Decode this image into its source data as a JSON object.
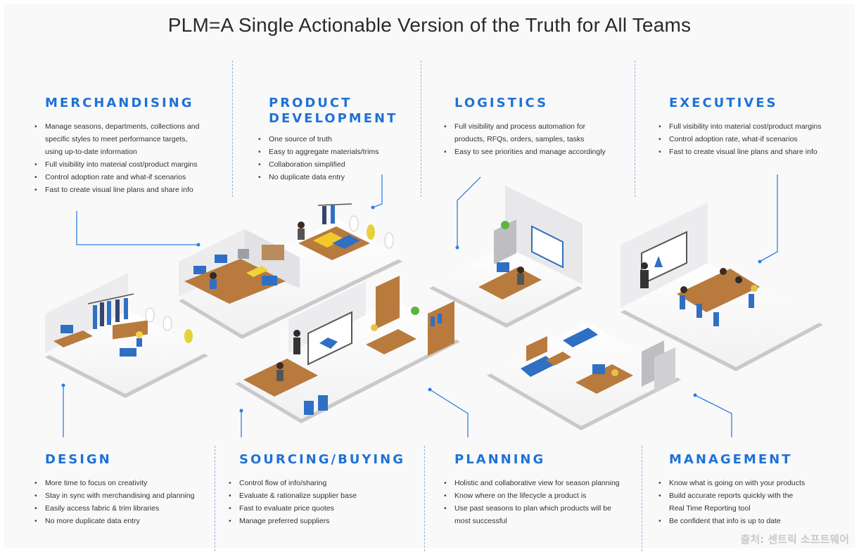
{
  "title": "PLM=A Single Actionable Version of the Truth for All Teams",
  "sections": {
    "merchandising": {
      "heading": "MERCHANDISING",
      "lines": [
        "Manage seasons, departments, collections and",
        "specific styles to meet performance targets,",
        "using up-to-date information",
        "Full visibility into material cost/product margins",
        "Control adoption rate and what-if scenarios",
        "Fast to create visual line plans and share info"
      ]
    },
    "product_development": {
      "heading_line1": "PRODUCT",
      "heading_line2": "DEVELOPMENT",
      "lines": [
        "One source of truth",
        "Easy to aggregate materials/trims",
        "Collaboration simplified",
        "No duplicate data entry"
      ]
    },
    "logistics": {
      "heading": "LOGISTICS",
      "lines": [
        "Full visibility and process automation for",
        "products, RFQs, orders, samples, tasks",
        "Easy to see priorities and manage accordingly"
      ]
    },
    "executives": {
      "heading": "EXECUTIVES",
      "lines": [
        "Full visibility into material cost/product margins",
        "Control adoption rate, what-if scenarios",
        "Fast to create visual line plans and share info"
      ]
    },
    "design": {
      "heading": "DESIGN",
      "lines": [
        "More time to focus on creativity",
        "Stay in sync with merchandising and planning",
        "Easily access fabric & trim libraries",
        "No more duplicate data entry"
      ]
    },
    "sourcing": {
      "heading": "SOURCING/BUYING",
      "lines": [
        "Control flow of info/sharing",
        "Evaluate & rationalize supplier base",
        "Fast to evaluate price quotes",
        "Manage preferred suppliers"
      ]
    },
    "planning": {
      "heading": "PLANNING",
      "lines": [
        "Holistic and collaborative view for season planning",
        "Know where on the lifecycle a product is",
        "Use past seasons to plan which products will be",
        "most successful"
      ]
    },
    "management": {
      "heading": "MANAGEMENT",
      "lines": [
        "Know what is going on with your products",
        "Build accurate reports quickly with the",
        "Real Time Reporting tool",
        "Be confident that info is up to date"
      ]
    }
  },
  "watermark": "출처: 센트릭 소프트웨어",
  "colors": {
    "accent": "#1f72d6",
    "text": "#333333",
    "wood": "#b97a3e",
    "furniture_blue": "#2f6fc4"
  }
}
